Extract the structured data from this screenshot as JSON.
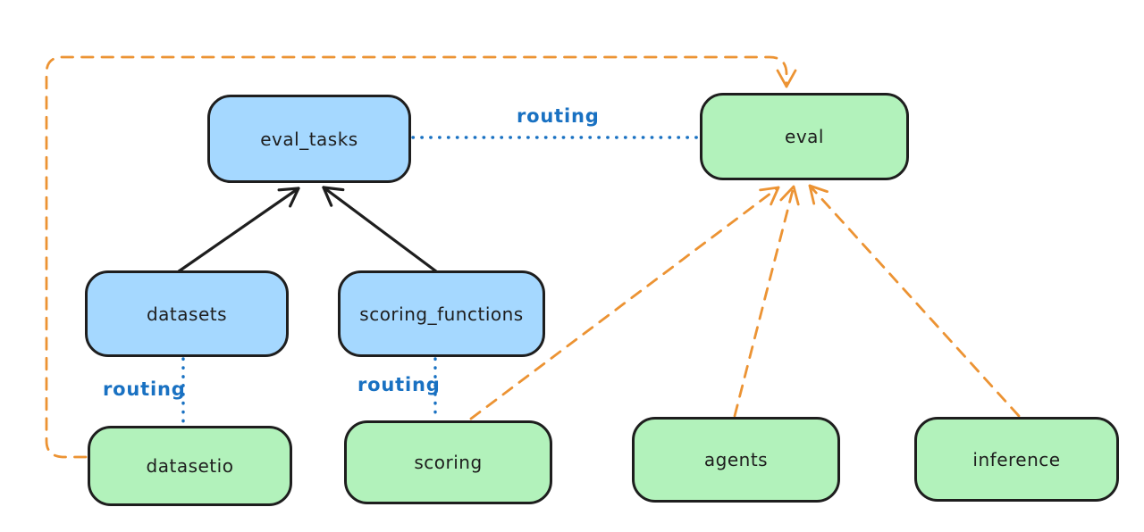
{
  "nodes": {
    "eval_tasks": {
      "label": "eval_tasks",
      "fill": "#a5d8ff"
    },
    "eval": {
      "label": "eval",
      "fill": "#b2f2bb"
    },
    "datasets": {
      "label": "datasets",
      "fill": "#a5d8ff"
    },
    "scoring_functions": {
      "label": "scoring_functions",
      "fill": "#a5d8ff"
    },
    "datasetio": {
      "label": "datasetio",
      "fill": "#b2f2bb"
    },
    "scoring": {
      "label": "scoring",
      "fill": "#b2f2bb"
    },
    "agents": {
      "label": "agents",
      "fill": "#b2f2bb"
    },
    "inference": {
      "label": "inference",
      "fill": "#b2f2bb"
    }
  },
  "edge_labels": {
    "eval_tasks_to_eval": "routing",
    "datasets_to_datasetio": "routing",
    "scoring_functions_to_scoring": "routing"
  },
  "edges": [
    {
      "from": "datasets",
      "to": "eval_tasks",
      "style": "solid",
      "color": "#1e1e1e",
      "arrow": true
    },
    {
      "from": "scoring_functions",
      "to": "eval_tasks",
      "style": "solid",
      "color": "#1e1e1e",
      "arrow": true
    },
    {
      "from": "eval_tasks",
      "to": "eval",
      "style": "dotted",
      "color": "#1971c2",
      "label": "routing",
      "arrow": false
    },
    {
      "from": "datasets",
      "to": "datasetio",
      "style": "dotted",
      "color": "#1971c2",
      "label": "routing",
      "arrow": false
    },
    {
      "from": "scoring_functions",
      "to": "scoring",
      "style": "dotted",
      "color": "#1971c2",
      "label": "routing",
      "arrow": false
    },
    {
      "from": "scoring",
      "to": "eval",
      "style": "dashed",
      "color": "#ec9333",
      "arrow": true
    },
    {
      "from": "agents",
      "to": "eval",
      "style": "dashed",
      "color": "#ec9333",
      "arrow": true
    },
    {
      "from": "inference",
      "to": "eval",
      "style": "dashed",
      "color": "#ec9333",
      "arrow": true
    },
    {
      "from": "datasetio",
      "to": "eval",
      "style": "dashed-elbow",
      "color": "#ec9333",
      "arrow": true
    }
  ],
  "colors": {
    "background": "#ffffff",
    "node_stroke": "#1e1e1e",
    "blue_node_fill": "#a5d8ff",
    "green_node_fill": "#b2f2bb",
    "routing_line": "#1971c2",
    "dashed_arrow": "#ec9333"
  }
}
